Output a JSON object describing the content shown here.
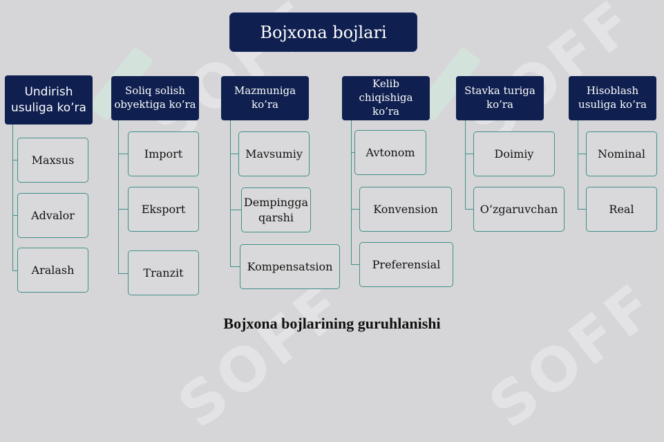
{
  "diagram": {
    "title": "Bojxona bojlari",
    "caption": "Bojxona bojlarining guruhlanishi",
    "colors": {
      "header_fill": "#0f1f4f",
      "connector": "#3f8f88",
      "background": "#d6d6d8"
    },
    "watermark": "SOFF",
    "categories": [
      {
        "label_line1": "Undirish",
        "label_line2": "usuliga ko’ra",
        "items": [
          "Maxsus",
          "Advalor",
          "Aralash"
        ]
      },
      {
        "label_line1": "Soliq solish",
        "label_line2": "obyektiga ko’ra",
        "items": [
          "Import",
          "Eksport",
          "Tranzit"
        ]
      },
      {
        "label_line1": "Mazmuniga",
        "label_line2": "ko’ra",
        "items": [
          "Mavsumiy",
          "Dempingga qarshi",
          "Kompensatsion"
        ]
      },
      {
        "label_line1": "Kelib chiqishiga",
        "label_line2": "ko’ra",
        "items": [
          "Avtonom",
          "Konvension",
          "Preferensial"
        ]
      },
      {
        "label_line1": "Stavka turiga",
        "label_line2": "ko’ra",
        "items": [
          "Doimiy",
          "O’zgaruvchan"
        ]
      },
      {
        "label_line1": "Hisoblash",
        "label_line2": "usuliga ko’ra",
        "items": [
          "Nominal",
          "Real"
        ]
      }
    ]
  }
}
